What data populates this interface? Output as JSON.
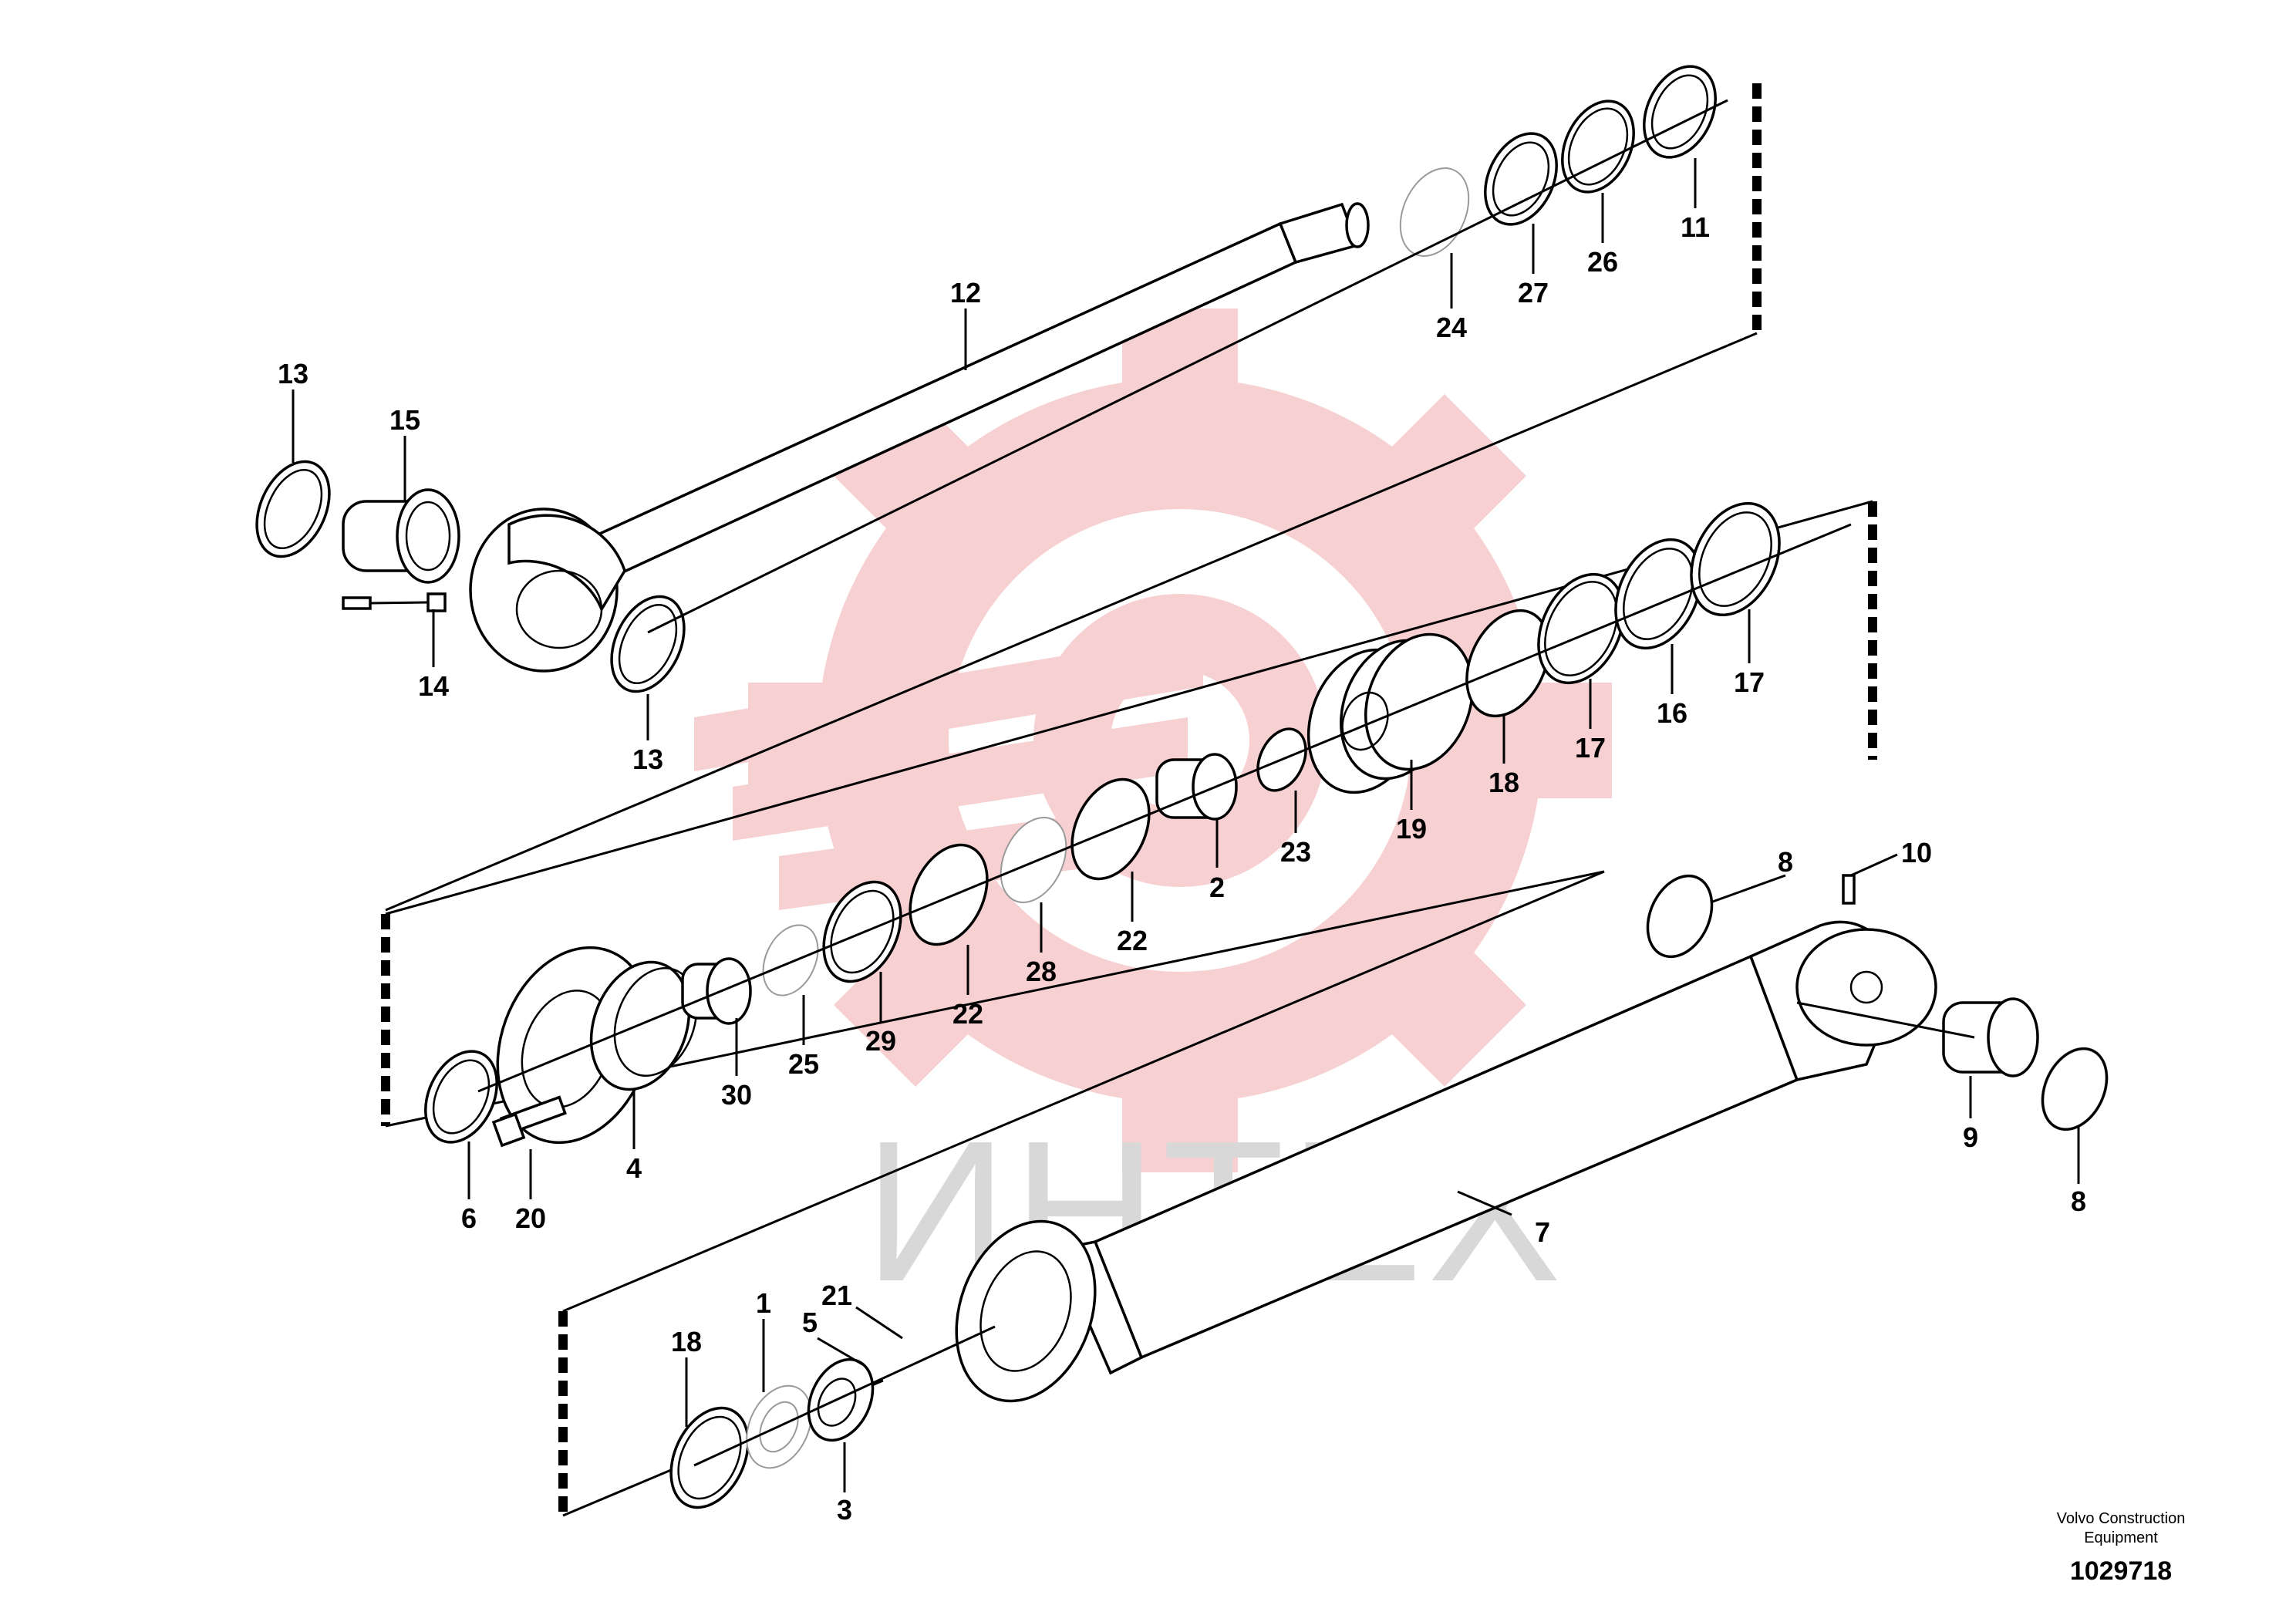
{
  "diagram": {
    "watermark": {
      "text": "ИНТЕХ",
      "logo_color": "#f6c9c9",
      "text_color": "#d8d8d8"
    },
    "footer": {
      "brand_line1": "Volvo Construction",
      "brand_line2": "Equipment",
      "drawing_number": "1029718"
    },
    "callouts": [
      "1",
      "2",
      "3",
      "4",
      "5",
      "6",
      "7",
      "8",
      "8",
      "9",
      "10",
      "11",
      "12",
      "13",
      "13",
      "14",
      "15",
      "16",
      "17",
      "17",
      "18",
      "18",
      "19",
      "20",
      "21",
      "22",
      "22",
      "23",
      "24",
      "25",
      "26",
      "27",
      "28",
      "29",
      "30"
    ]
  }
}
